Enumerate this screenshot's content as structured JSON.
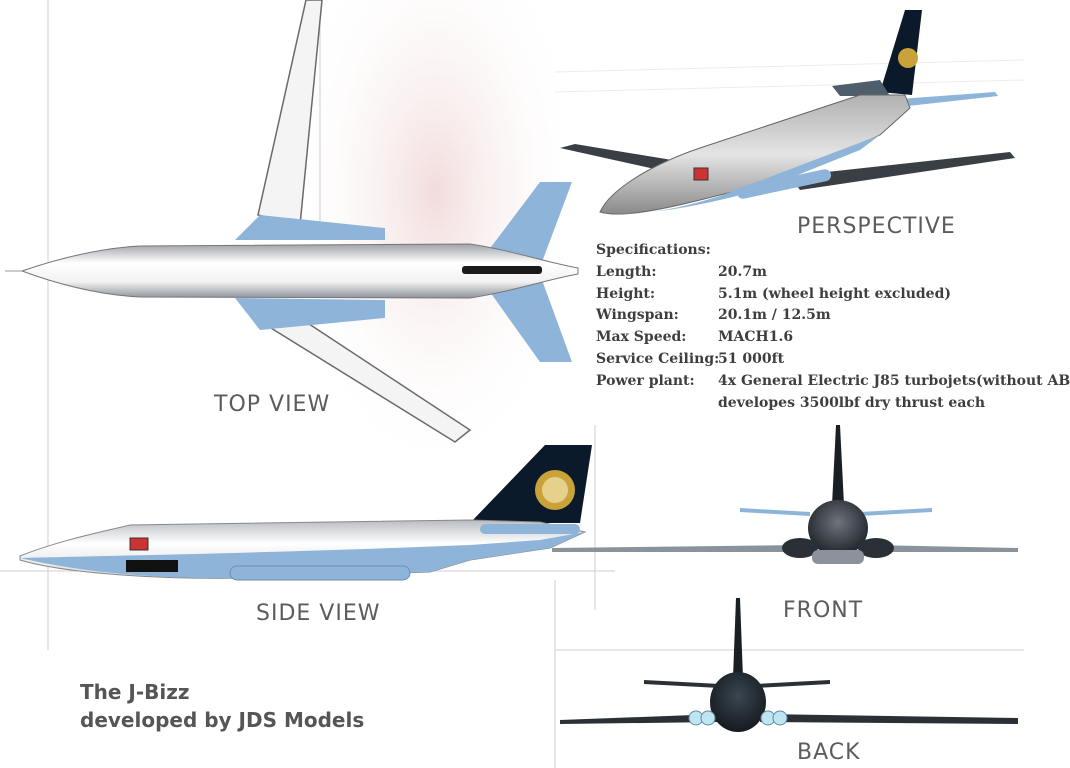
{
  "views": {
    "top": "TOP VIEW",
    "side": "SIDE VIEW",
    "perspective": "PERSPECTIVE",
    "front": "FRONT",
    "back": "BACK"
  },
  "specs": {
    "heading": "Specifications:",
    "rows": [
      {
        "key": "Length:",
        "value": "20.7m"
      },
      {
        "key": "Height:",
        "value": "5.1m (wheel height excluded)"
      },
      {
        "key": "Wingspan:",
        "value": "20.1m / 12.5m"
      },
      {
        "key": "Max Speed:",
        "value": "MACH1.6"
      },
      {
        "key": "Service Ceiling:",
        "value": "51 000ft"
      },
      {
        "key": "Power plant:",
        "value": "4x General Electric J85 turbojets(without AB"
      },
      {
        "key": "",
        "value": "developes 3500lbf dry thrust each"
      }
    ]
  },
  "credits": {
    "line1": "The J-Bizz",
    "line2": "developed by JDS Models"
  },
  "colors": {
    "fuselage": "#e8e8e8",
    "lower_body": "#8eb5d9",
    "tail": "#0a1a2a",
    "text": "#5c5c5c"
  }
}
